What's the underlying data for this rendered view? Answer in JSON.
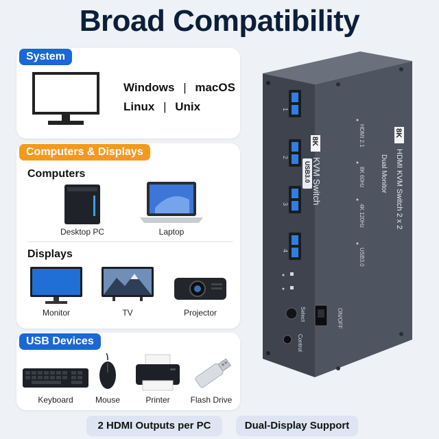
{
  "title": "Broad Compatibility",
  "system": {
    "label": "System",
    "os": [
      "Windows",
      "macOS",
      "Linux",
      "Unix"
    ]
  },
  "computers_displays": {
    "label": "Computers & Displays",
    "computers_heading": "Computers",
    "computers": [
      "Desktop PC",
      "Laptop"
    ],
    "displays_heading": "Displays",
    "displays": [
      "Monitor",
      "TV",
      "Projector"
    ]
  },
  "usb": {
    "label": "USB Devices",
    "devices": [
      "Keyboard",
      "Mouse",
      "Printer",
      "Flash Drive"
    ]
  },
  "badges": [
    "2 HDMI Outputs per PC",
    "Dual-Display Support"
  ],
  "device": {
    "front_badge": "8K",
    "front_title": "KVM Switch",
    "usb_label": "USB3.0",
    "port_numbers": [
      "1",
      "2",
      "3",
      "4"
    ],
    "select_label": "Select",
    "control_label": "Control",
    "side_badge": "8K",
    "side_title": "HDMI KVM Switch 2 x 2",
    "side_subtitle": "Dual Monitor",
    "side_specs": [
      "HDMI 2.1",
      "8K 60Hz",
      "4K 120Hz",
      "USB3.0"
    ],
    "power_label": "ON/OFF"
  },
  "colors": {
    "title": "#0b1f3a",
    "accent_blue": "#1a67d6",
    "accent_orange": "#f39a1c",
    "device_body": "#3a3f4a"
  }
}
